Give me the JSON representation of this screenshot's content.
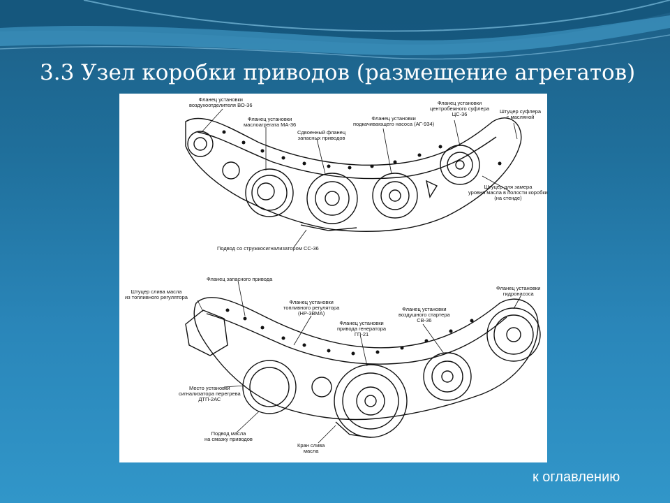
{
  "slide": {
    "title": "3.3 Узел коробки приводов (размещение агрегатов)",
    "toc_link": "к оглавлению",
    "colors": {
      "background": "#2a86b9",
      "title_text": "#ffffff",
      "figure_bg": "#ffffff"
    }
  },
  "figure": {
    "top_labels": {
      "flange_vo36": "Фланец установки\nвоздухоотделителя ВО-36",
      "flange_ma36": "Фланец установки\nмаслоагрегата МА-36",
      "spare_flange": "Сдвоенный фланец\nзапасных приводов",
      "flange_fuel_pumps": "Фланец установки\nподкачивающего насоса (АГ-934)",
      "flange_centrifugal": "Фланец установки\nцентробежного суфлера\nЦС-36",
      "breather_fitting": "Штуцер суфлера\nс масляной",
      "drain_fitting": "Штуцер для замера\nуровня масла в полости коробки\n(на стенде)",
      "oil_drain": "Подвод со стружкосигнализатором СС-36"
    },
    "bottom_labels": {
      "spare_drive_flange": "Фланец запасного привода",
      "oil_fitting": "Штуцер слива масла\nиз топливного регулятора",
      "flange_fuel_reg": "Фланец установки\nтопливного регулятора\n(НР-3ВМА)",
      "flange_gen": "Фланец установки\nпривода генератора\nГП-21",
      "flange_starter": "Фланец установки\nвоздушного стартера\nСВ-36",
      "flange_hydro": "Фланец установки\nгидронасоса",
      "tacho_place": "Место установки\nсигнализатора перегрева\nДТП-2АС",
      "oil_supply": "Подвод масла\nна смазку приводов",
      "oil_tap": "Кран слива\nмасла"
    }
  }
}
